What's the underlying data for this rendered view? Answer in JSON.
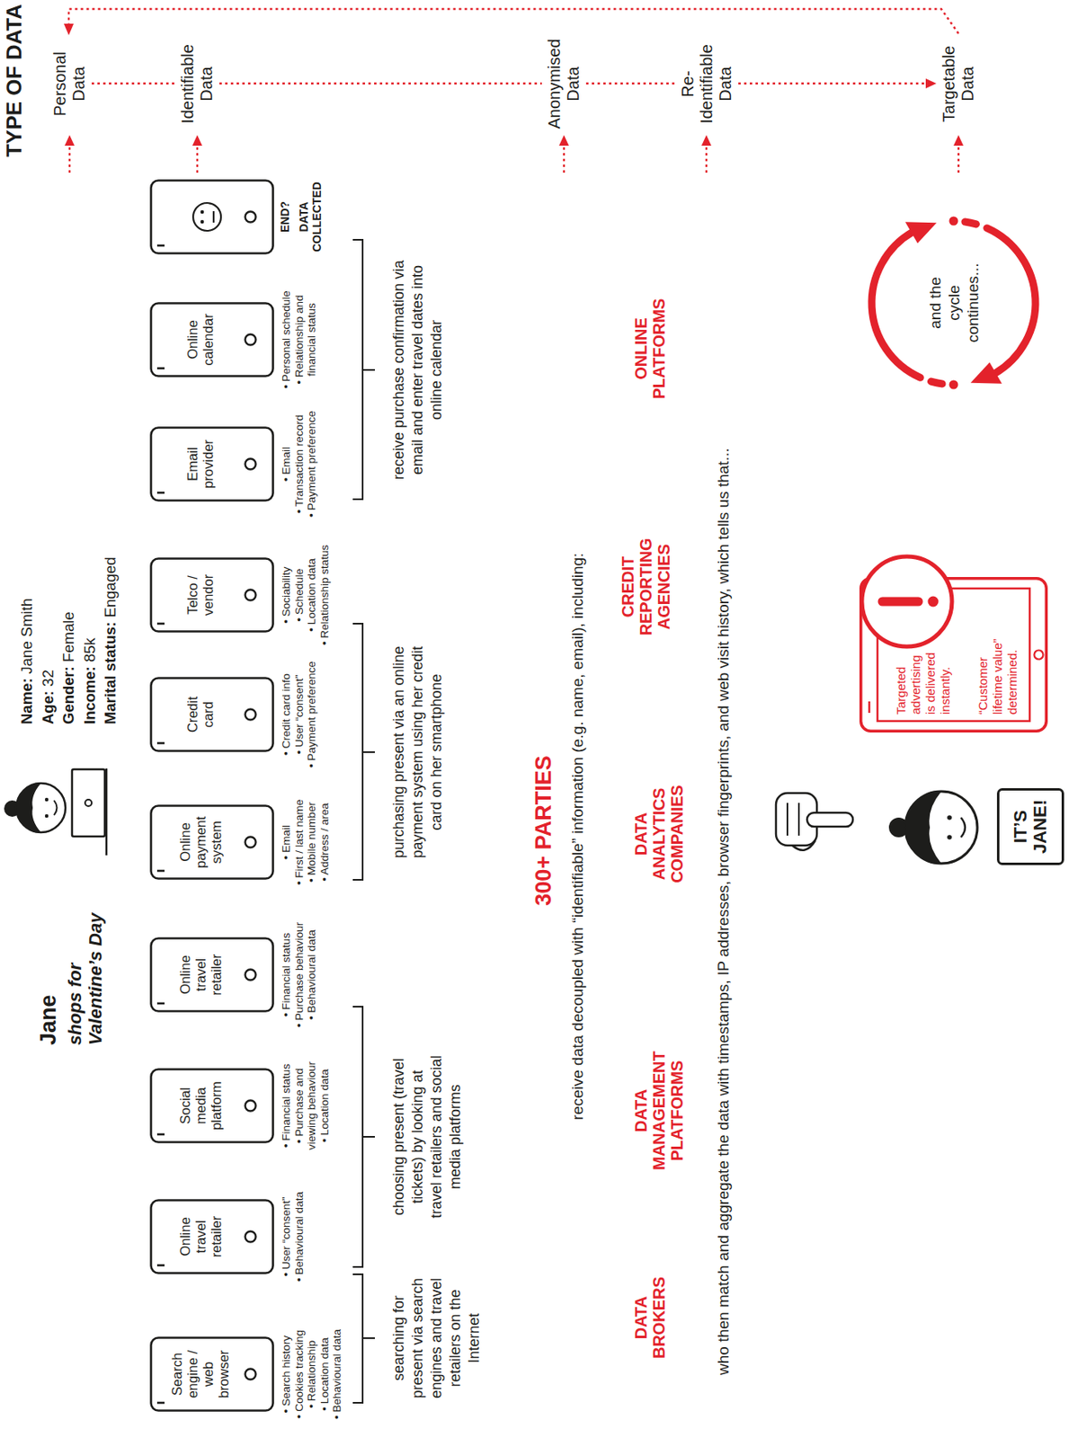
{
  "diagram": {
    "nodes": [
      {
        "text": [
          "Search engine / web browser"
        ]
      },
      {
        "text": [
          "Online travel retailer"
        ]
      },
      {
        "text": [
          "Social media platform"
        ]
      },
      {
        "text": [
          "Online travel retailer"
        ]
      },
      {
        "text": [
          "Online payment system"
        ]
      },
      {
        "text": [
          "Credit card"
        ]
      },
      {
        "text": [
          "Telco / vendor"
        ]
      },
      {
        "text": [
          "Email provider"
        ]
      },
      {
        "text": [
          "Online calendar"
        ]
      },
      {
        "text": [
          "IT’S JANE!"
        ]
      },
      {
        "text": [
          "Targeted advertising is delivered instantly.",
          "“Customer lifetime value” determined."
        ]
      }
    ],
    "labels": [
      "TYPE OF DATA",
      "Personal Data",
      "Identifiable Data",
      "Anonymised Data",
      "Re- Identifiable Data",
      "Targetable Data",
      "Jane",
      "shops for Valentine’s Day",
      "Name:",
      "Jane Smith",
      "Age:",
      "32",
      "Gender:",
      "Female",
      "Income:",
      "85k",
      "Marital status:",
      "Engaged",
      "• Search history",
      "• Cookies tracking",
      "• Relationship",
      "• Location data",
      "• Behavioural data",
      "• User “consent”",
      "• Behavioural data",
      "• Financial status",
      "• Purchase and viewing behaviour",
      "• Location data",
      "• Financial status",
      "• Purchase behaviour",
      "• Behavioural data",
      "• Email",
      "• First / last name",
      "• Mobile number",
      "• Address / area",
      "• Credit card info",
      "• User “consent”",
      "• Payment preference",
      "• Sociability",
      "• Schedule",
      "• Location data",
      "• Relationship status",
      "• Email",
      "• Transaction record",
      "• Payment preference",
      "• Personal schedule",
      "• Relationship and financial status",
      "END?",
      "DATA COLLECTED",
      "searching for present via search engines and travel retailers on the Internet",
      "choosing present (travel tickets) by looking at travel retailers and social media platforms",
      "purchasing present via an online payment system using her credit card on her smartphone",
      "receive purchase confirmation via email and enter travel dates into online calendar",
      "300+ PARTIES",
      "receive data decoupled with “identifiable” information (e.g. name, email), including:",
      "DATA BROKERS",
      "DATA MANAGEMENT PLATFORMS",
      "DATA ANALYTICS COMPANIES",
      "CREDIT REPORTING AGENCIES",
      "ONLINE PLATFORMS",
      "who then match and aggregate the data with timestamps, IP addresses, browser fingerprints, and web visit history, which tells us that...",
      "and the cycle continues..."
    ]
  }
}
